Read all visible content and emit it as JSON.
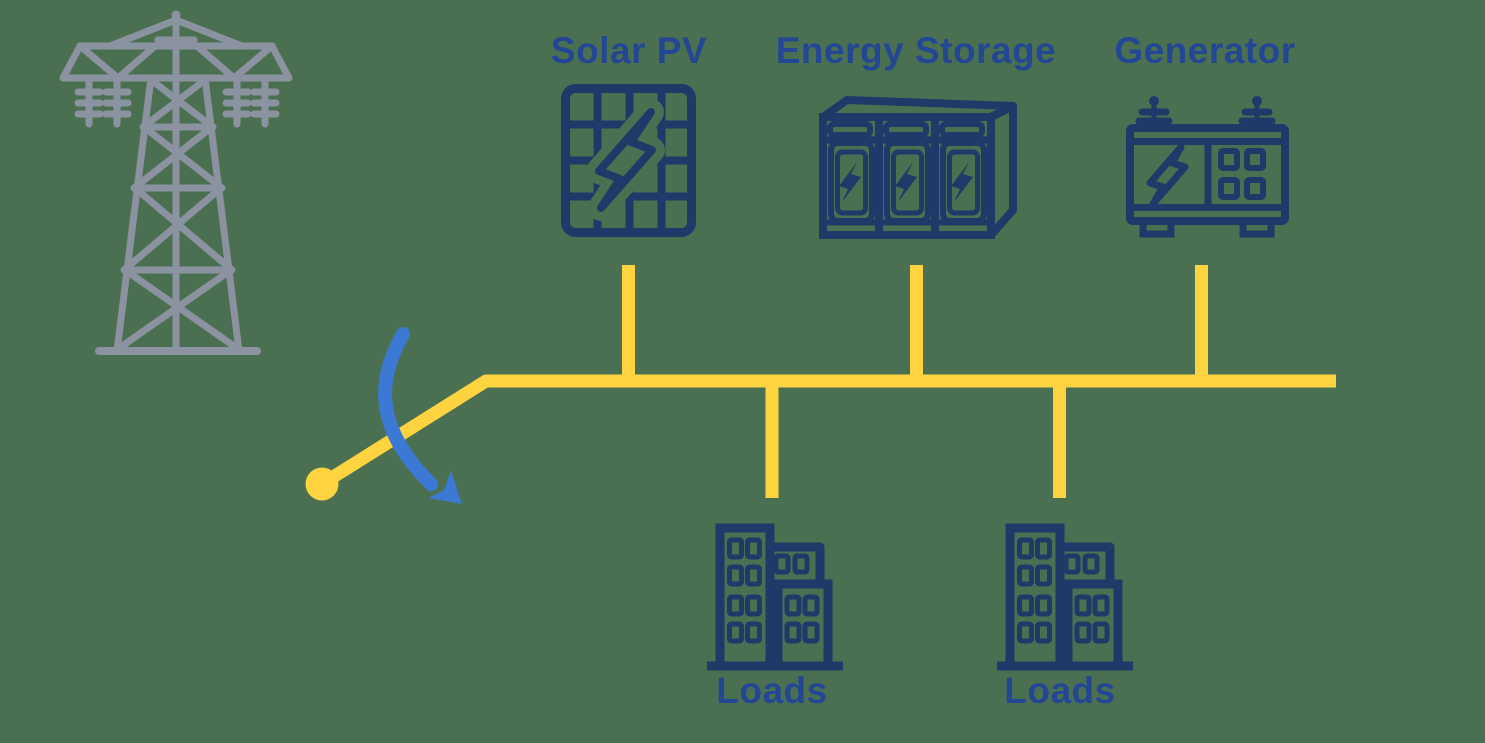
{
  "diagram": {
    "labels": {
      "solar": "Solar PV",
      "storage": "Energy Storage",
      "generator": "Generator",
      "loads_1": "Loads",
      "loads_2": "Loads"
    },
    "colors": {
      "bg": "#4A7051",
      "bus": "#FDD440",
      "icons": "#1F3A69",
      "labels": "#234795",
      "tower": "#8B93A1",
      "arrow": "#3C79D4"
    },
    "icons": {
      "utility_grid": "transmission-tower-icon",
      "solar": "solar-panel-icon",
      "storage": "battery-cabinet-icon",
      "generator": "generator-icon",
      "loads": "buildings-icon",
      "switch": "disconnect-switch-icon",
      "switch_motion": "curved-arrow-icon"
    }
  }
}
